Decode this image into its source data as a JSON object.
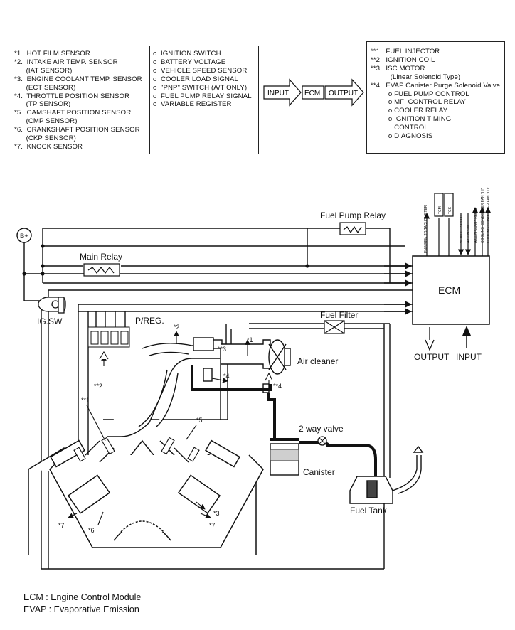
{
  "sensors_box": {
    "left_col": [
      "*1.  HOT FILM SENSOR",
      "*2.  INTAKE AIR TEMP. SENSOR",
      "      (IAT SENSOR)",
      "*3.  ENGINE COOLANT TEMP. SENSOR",
      "      (ECT SENSOR)",
      "*4.  THROTTLE POSITION SENSOR",
      "      (TP SENSOR)",
      "*5.  CAMSHAFT POSITION SENSOR",
      "      (CMP SENSOR)",
      "*6.  CRANKSHAFT POSITION SENSOR",
      "      (CKP SENSOR)",
      "*7.  KNOCK SENSOR"
    ],
    "right_col": [
      "o  IGNITION SWITCH",
      "o  BATTERY VOLTAGE",
      "o  VEHICLE SPEED SENSOR",
      "o  COOLER LOAD SIGNAL",
      "o  \"PNP\" SWITCH (A/T ONLY)",
      "o  FUEL PUMP RELAY SIGNAL",
      "o  VARIABLE REGISTER"
    ]
  },
  "flow": {
    "input": "INPUT",
    "ecm": "ECM",
    "output": "OUTPUT"
  },
  "actuators_box": {
    "lines": [
      "**1.  FUEL INJECTOR",
      "**2.  IGNITION COIL",
      "**3.  ISC MOTOR",
      "          (Linear Solenoid Type)",
      "**4.  EVAP Canister Purge Solenoid Valve",
      "         o FUEL PUMP CONTROL",
      "         o MFI CONTROL RELAY",
      "         o COOLER RELAY",
      "         o IGNITION TIMING",
      "            CONTROL",
      "         o DIAGNOSIS"
    ]
  },
  "diagram": {
    "b_plus": "B+",
    "main_relay": "Main Relay",
    "fuel_pump_relay": "Fuel Pump Relay",
    "ig_sw": "IG.SW",
    "p_reg": "P/REG.",
    "fuel_filter": "Fuel Filter",
    "ecm": "ECM",
    "output": "OUTPUT",
    "input": "INPUT",
    "air_cleaner": "Air cleaner",
    "two_way_valve": "2 way valve",
    "canister": "Canister",
    "fuel_tank": "Fuel Tank",
    "ecm_signals": [
      "ENG RPM TO TACHOMETER",
      "TCM",
      "TCS",
      "VEHICLE SPEED",
      "A/CON SW",
      "A/CON COMP. RELAY",
      "COOLING CONDENSER FAN \"HI\"",
      "COOLING CONDENSER FAN \"LO\""
    ],
    "callouts": {
      "s1": "*1",
      "s2": "*2",
      "s3": "*3",
      "s4": "*4",
      "s5": "*5",
      "s6": "*6",
      "s7a": "*7",
      "s7b": "*7",
      "a1": "**1",
      "a2": "**2",
      "a3": "**3",
      "a4": "**4"
    }
  },
  "legend": [
    "ECM : Engine Control Module",
    "EVAP : Evaporative Emission"
  ]
}
